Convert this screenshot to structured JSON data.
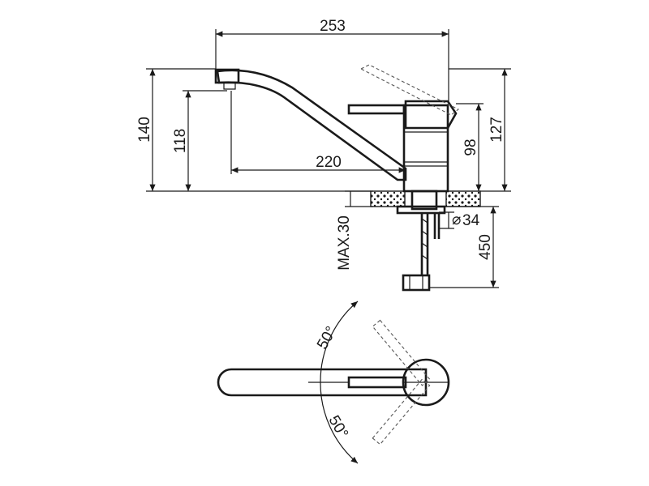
{
  "drawing": {
    "line_color": "#1a1a1a",
    "ghost_color": "#555555",
    "dimensions": {
      "overall_length": "253",
      "spout_reach": "220",
      "total_height": "140",
      "outlet_height": "118",
      "lever_height": "127",
      "body_height": "98",
      "hose_length": "450",
      "max_counter": "MAX.30",
      "hole_diameter": "34",
      "diameter_symbol": "⌀"
    },
    "plan_view": {
      "angle_upper": "50°",
      "angle_lower": "50°"
    }
  }
}
